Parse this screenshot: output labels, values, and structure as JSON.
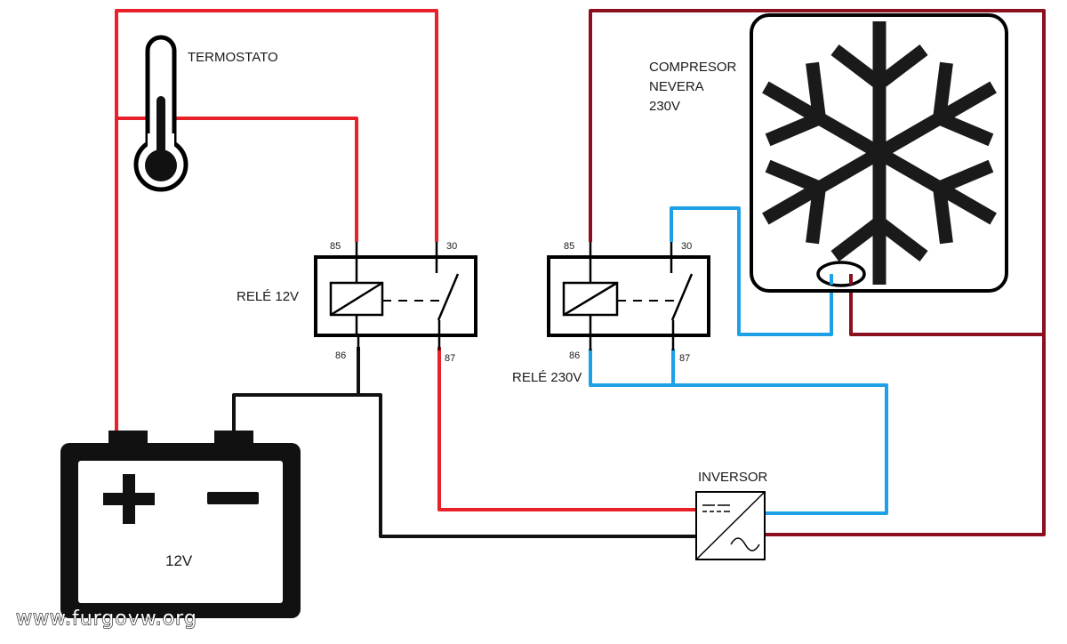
{
  "labels": {
    "thermostat": "TERMOSTATO",
    "relay12": "RELÉ 12V",
    "relay230": "RELÉ 230V",
    "compressor_line1": "COMPRESOR",
    "compressor_line2": "NEVERA",
    "compressor_line3": "230V",
    "inverter": "INVERSOR",
    "battery_voltage": "12V",
    "watermark": "www.furgovw.org"
  },
  "relay12_pins": {
    "p85": "85",
    "p30": "30",
    "p86": "86",
    "p87": "87"
  },
  "relay230_pins": {
    "p85": "85",
    "p30": "30",
    "p86": "86",
    "p87": "87"
  },
  "battery_symbols": {
    "plus": "+",
    "minus": "−"
  },
  "wire_colors": {
    "positive_12v": "#e8202a",
    "negative_12v": "#111111",
    "line_230v": "#8b0f1e",
    "neutral_230v": "#1ea0e6"
  },
  "icons": {
    "thermostat": "thermometer-icon",
    "compressor": "snowflake-icon",
    "inverter": "dc-ac-inverter-icon",
    "battery": "battery-icon"
  }
}
